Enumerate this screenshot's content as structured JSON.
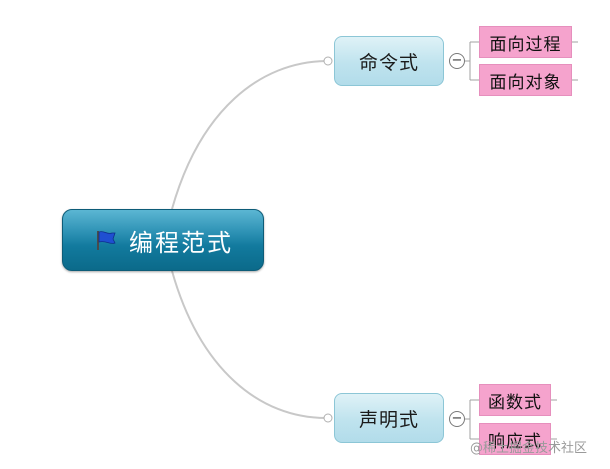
{
  "root": {
    "label": "编程范式",
    "icon": "flag-icon"
  },
  "branches": [
    {
      "label": "命令式",
      "collapse_symbol": "−",
      "children": [
        "面向过程",
        "面向对象"
      ]
    },
    {
      "label": "声明式",
      "collapse_symbol": "−",
      "children": [
        "函数式",
        "响应式"
      ]
    }
  ],
  "watermark": "@稀土掘金技术社区",
  "colors": {
    "root_fill": "#127a9e",
    "topic_fill": "#bfe3ee",
    "subtopic_fill": "#f5a3cd",
    "connector": "#c8c8c8"
  }
}
